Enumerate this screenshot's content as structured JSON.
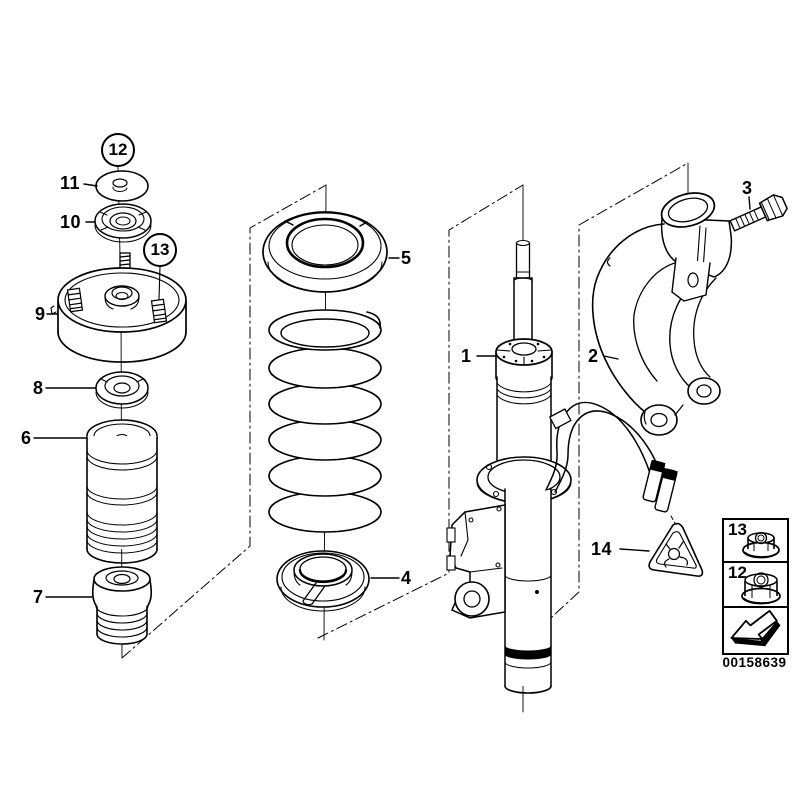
{
  "diagram": {
    "type": "exploded-parts-diagram",
    "line_color": "#000000",
    "background_color": "#ffffff",
    "symbols": {
      "warning_label_icon": "warning-triangle-plug-icon",
      "panel_line_style": "dash-dot"
    }
  },
  "callouts": {
    "c1": {
      "label": "1"
    },
    "c2": {
      "label": "2"
    },
    "c3": {
      "label": "3"
    },
    "c4": {
      "label": "4"
    },
    "c5": {
      "label": "5"
    },
    "c6": {
      "label": "6"
    },
    "c7": {
      "label": "7"
    },
    "c8": {
      "label": "8"
    },
    "c9": {
      "label": "9"
    },
    "c10": {
      "label": "10"
    },
    "c11": {
      "label": "11"
    },
    "c12": {
      "label": "12"
    },
    "c13": {
      "label": "13"
    },
    "c14": {
      "label": "14"
    }
  },
  "legend": {
    "rows": [
      {
        "label": "13",
        "icon": "flange-nut-icon"
      },
      {
        "label": "12",
        "icon": "flange-nut-tall-icon"
      },
      {
        "icon": "direction-arrow-icon"
      }
    ],
    "image_number": "00158639"
  }
}
